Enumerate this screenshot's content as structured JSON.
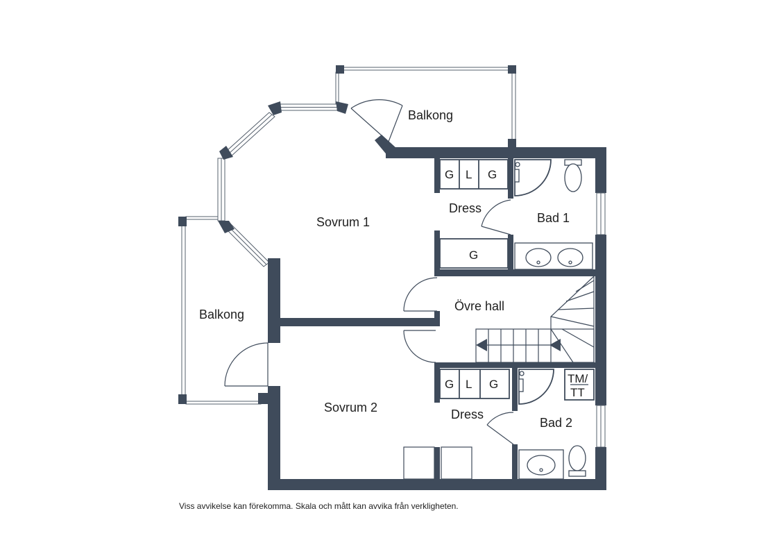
{
  "rooms": {
    "balkong_top": "Balkong",
    "balkong_left": "Balkong",
    "sovrum1": "Sovrum 1",
    "sovrum2": "Sovrum 2",
    "dress1": "Dress",
    "dress2": "Dress",
    "bad1": "Bad 1",
    "bad2": "Bad 2",
    "ovre_hall": "Övre hall"
  },
  "closets": {
    "top_row": [
      "G",
      "L",
      "G"
    ],
    "top_single": "G",
    "bottom_row": [
      "G",
      "L",
      "G"
    ]
  },
  "appliance": {
    "line1": "TM/",
    "line2": "TT"
  },
  "footer_note": "Viss avvikelse kan förekomma. Skala och mått kan avvika från verkligheten.",
  "colors": {
    "wall": "#3f4b5b",
    "background": "#ffffff"
  }
}
